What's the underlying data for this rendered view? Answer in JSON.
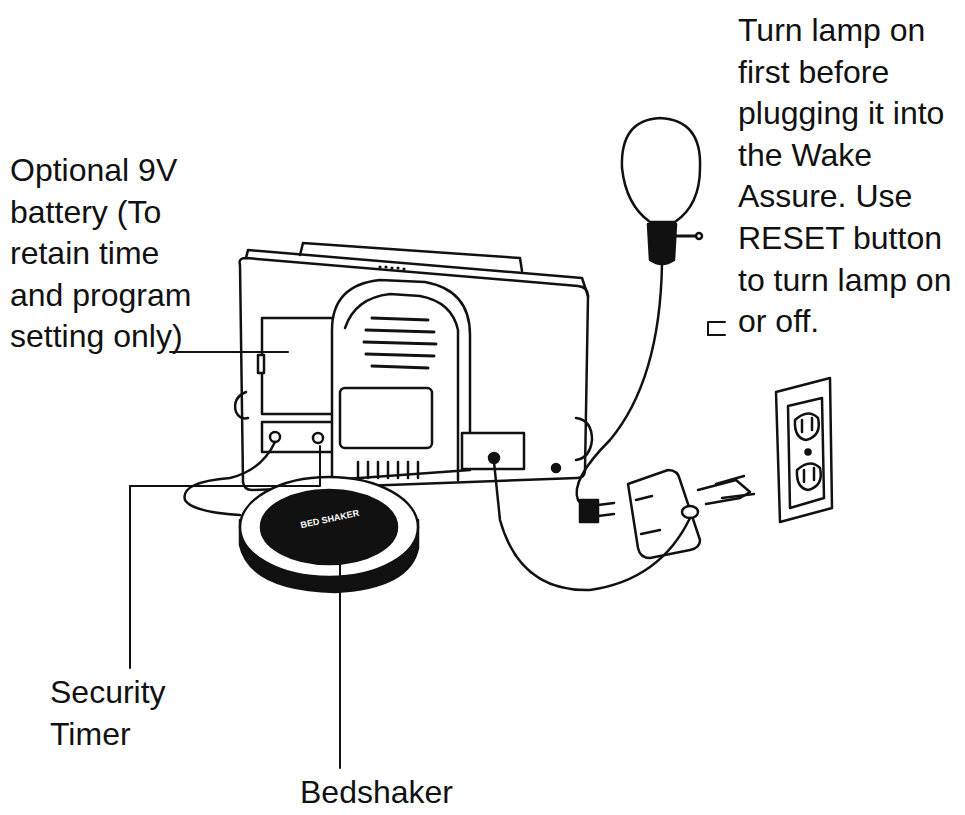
{
  "diagram": {
    "labels": [
      "Turn lamp on first before plugging it into the Wake Assure. Use RESET button to turn lamp on or off.",
      "Optional 9V battery (To retain time and program setting only)",
      "Security Timer",
      "Bedshaker",
      "BED SHAKER"
    ]
  }
}
